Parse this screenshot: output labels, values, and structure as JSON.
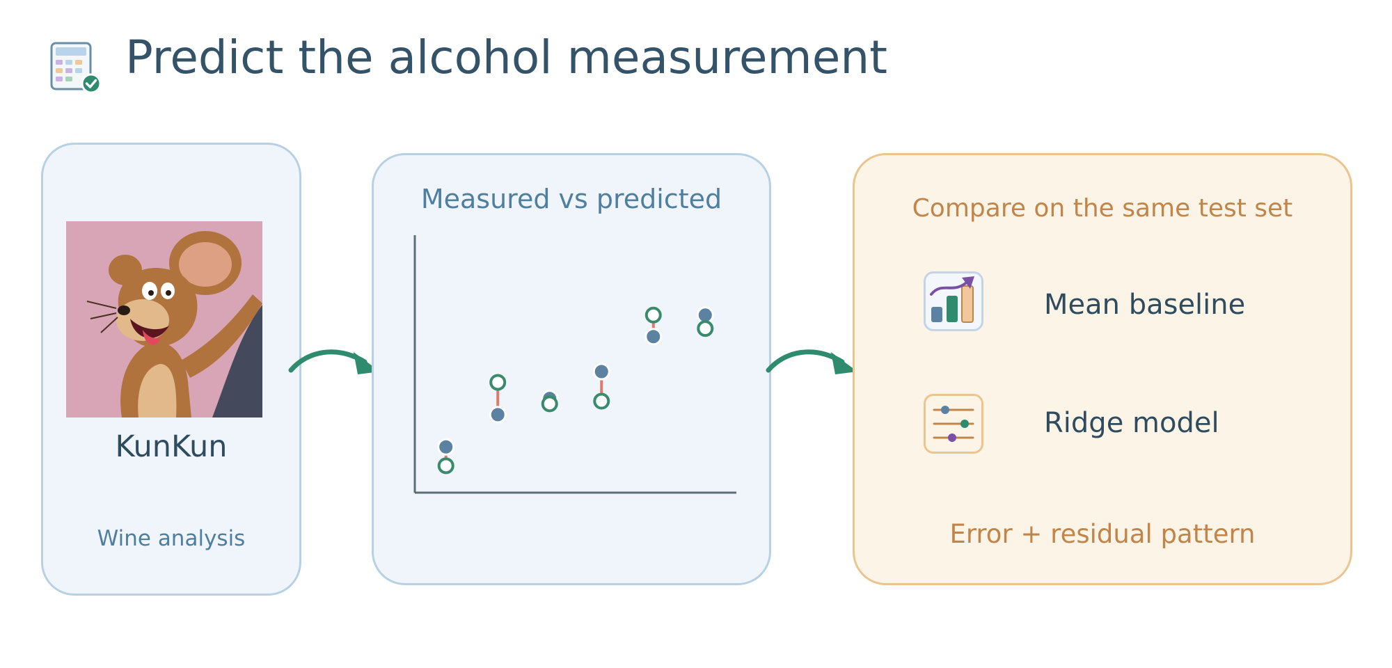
{
  "title": "Predict the alcohol measurement",
  "icons": {
    "title": "calculator-check-icon",
    "baseline": "bar-chart-trend-icon",
    "ridge": "sliders-icon",
    "flow": "curved-arrow-icon"
  },
  "profile": {
    "name": "KunKun",
    "subtitle": "Wine analysis"
  },
  "chart": {
    "title": "Measured vs predicted"
  },
  "chart_data": {
    "type": "scatter",
    "title": "Measured vs predicted",
    "xlabel": "",
    "ylabel": "",
    "legend": [],
    "series": [
      {
        "marker": "filled",
        "color": "#5b82a0",
        "x": [
          1,
          2,
          3,
          4,
          5,
          6
        ],
        "y": [
          1.2,
          2.4,
          3.0,
          4.0,
          5.3,
          6.1
        ]
      },
      {
        "marker": "hollow",
        "color": "#3a8a6c",
        "x": [
          1,
          2,
          3,
          4,
          5,
          6
        ],
        "y": [
          0.5,
          3.6,
          2.8,
          2.9,
          6.1,
          5.6
        ]
      }
    ],
    "residual_color": "#e07a6a",
    "xlim": [
      0.4,
      6.6
    ],
    "ylim": [
      -0.5,
      8.5
    ],
    "grid": false
  },
  "compare": {
    "title": "Compare on the same test set",
    "options": [
      {
        "label": "Mean baseline"
      },
      {
        "label": "Ridge model"
      }
    ],
    "footer": "Error + residual pattern"
  },
  "colors": {
    "accent_green": "#2e8b6e",
    "blue_panel": "#eff5fb",
    "orange_panel": "#fdf4e8",
    "title": "#345369"
  }
}
